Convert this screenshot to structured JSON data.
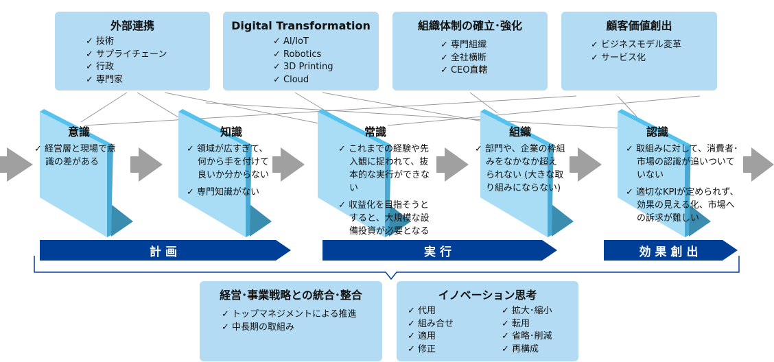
{
  "top_boxes": [
    {
      "title": "外部連携",
      "items": [
        "技術",
        "サプライチェーン",
        "行政",
        "専門家"
      ]
    },
    {
      "title": "Digital Transformation",
      "items": [
        "AI/IoT",
        "Robotics",
        "3D Printing",
        "Cloud"
      ]
    },
    {
      "title": "組織体制の確立･強化",
      "items": [
        "専門組織",
        "全社横断",
        "CEO直轄"
      ]
    },
    {
      "title": "顧客価値創出",
      "items": [
        "ビジネスモデル変革",
        "サービス化"
      ]
    }
  ],
  "stages": [
    {
      "title": "意識",
      "items": [
        "経営層と現場で意識の差がある"
      ]
    },
    {
      "title": "知識",
      "items": [
        "領域が広すぎて、何から手を付けて良いか分からない",
        "専門知識がない"
      ]
    },
    {
      "title": "常識",
      "items": [
        "これまでの経験や先入観に捉われて、抜本的な実行ができない",
        "収益化を目指そうとすると、大規模な設備投資が必要となる"
      ]
    },
    {
      "title": "組織",
      "items": [
        "部門や、企業の枠組みをなかなか超えられない (大きな取り組みにならない)"
      ]
    },
    {
      "title": "認識",
      "items": [
        "取組みに対して、消費者･市場の認識が追いついていない",
        "適切なKPIが定められず、効果の見える化、市場への訴求が難しい"
      ]
    }
  ],
  "phases": [
    "計画",
    "実行",
    "効果創出"
  ],
  "bottom_boxes": [
    {
      "title": "経営･事業戦略との統合･整合",
      "items": [
        "トップマネジメントによる推進",
        "中長期の取組み"
      ]
    },
    {
      "title": "イノベーション思考",
      "col1": [
        "代用",
        "組み合せ",
        "適用",
        "修正"
      ],
      "col2": [
        "拡大･縮小",
        "転用",
        "省略･削減",
        "再構成"
      ]
    }
  ],
  "colors": {
    "box": "#b3dcf4",
    "wall": "#a9dcf5",
    "band": "#003f98",
    "arrow": "#a0a0a0"
  }
}
